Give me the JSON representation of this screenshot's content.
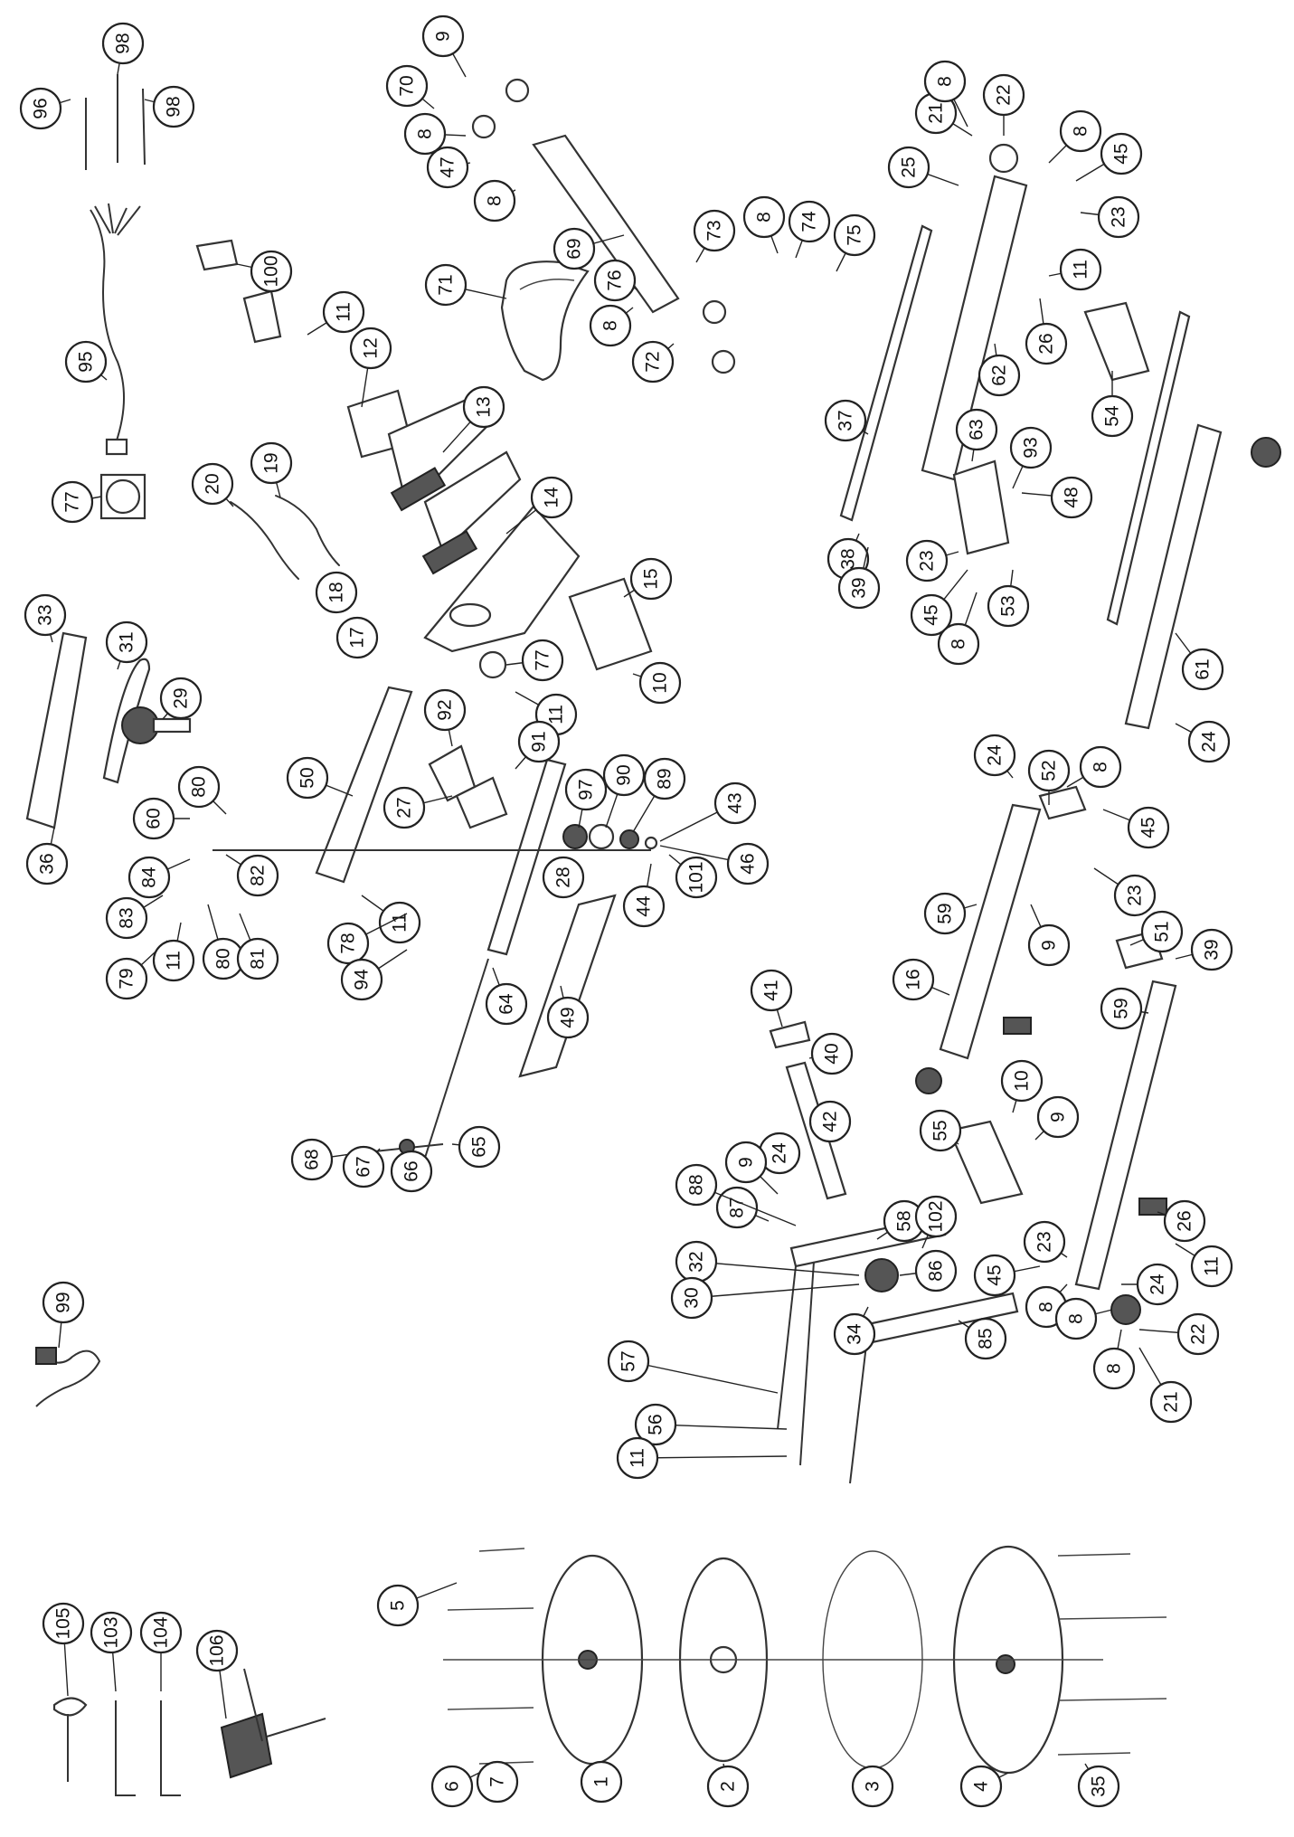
{
  "diagram": {
    "kind": "exploded-parts-view",
    "part_numbers": [
      "96",
      "98",
      "98",
      "95",
      "77",
      "100",
      "11",
      "12",
      "13",
      "14",
      "15",
      "10",
      "77",
      "11",
      "20",
      "19",
      "18",
      "17",
      "70",
      "9",
      "8",
      "47",
      "8",
      "71",
      "69",
      "76",
      "8",
      "72",
      "73",
      "8",
      "74",
      "75",
      "21",
      "22",
      "8",
      "8",
      "45",
      "25",
      "23",
      "11",
      "26",
      "62",
      "54",
      "37",
      "63",
      "93",
      "48",
      "38",
      "39",
      "23",
      "45",
      "8",
      "53",
      "61",
      "24",
      "33",
      "31",
      "29",
      "36",
      "50",
      "92",
      "27",
      "91",
      "97",
      "90",
      "89",
      "43",
      "46",
      "101",
      "44",
      "28",
      "80",
      "60",
      "84",
      "82",
      "83",
      "79",
      "11",
      "80",
      "81",
      "11",
      "78",
      "94",
      "64",
      "49",
      "68",
      "67",
      "66",
      "65",
      "24",
      "52",
      "8",
      "45",
      "23",
      "9",
      "59",
      "16",
      "51",
      "39",
      "59",
      "10",
      "9",
      "55",
      "26",
      "11",
      "23",
      "45",
      "8",
      "24",
      "8",
      "22",
      "8",
      "21",
      "41",
      "40",
      "42",
      "24",
      "9",
      "87",
      "88",
      "58",
      "102",
      "32",
      "86",
      "30",
      "34",
      "85",
      "57",
      "56",
      "11",
      "99",
      "105",
      "103",
      "104",
      "106",
      "5",
      "6",
      "7",
      "1",
      "2",
      "3",
      "4",
      "35"
    ]
  }
}
